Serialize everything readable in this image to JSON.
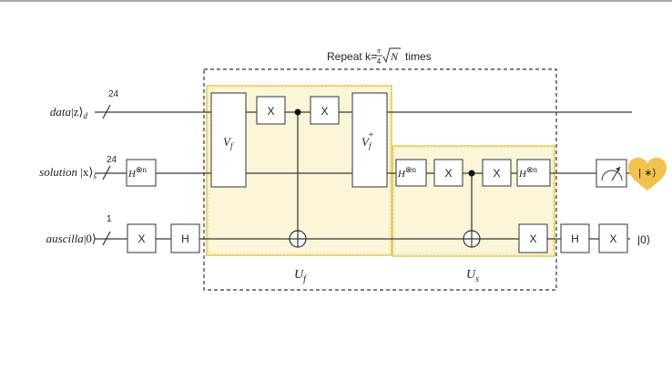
{
  "title": {
    "prefix": "Repeat k=",
    "frac_num": "π",
    "frac_den": "4",
    "sqrt_arg": "N",
    "suffix": "times"
  },
  "wires": [
    {
      "label_base": "data",
      "label_ket": "|z⟩",
      "label_sub": "d",
      "bits": "24"
    },
    {
      "label_base": "solution ",
      "label_ket": "|x⟩",
      "label_sub": "s",
      "bits": "24"
    },
    {
      "label_base": "auscilla",
      "label_ket": "|0⟩",
      "label_sub": "",
      "bits": "1"
    }
  ],
  "gates": {
    "x": "X",
    "h": "H",
    "hn_base": "H",
    "hn_sup": "⊗n",
    "vf_base": "V",
    "vf_sub": "f",
    "vf_dag_sup": "+"
  },
  "blocks": {
    "uf_base": "U",
    "uf_sub": "f",
    "us_base": "U",
    "us_sub": "s"
  },
  "outputs": {
    "ancilla_end": "|0⟩",
    "measure_result": "| ∗⟩"
  },
  "colors": {
    "wire": "#3a3a3a",
    "highlight_border": "#e0c85a",
    "highlight_fill": "#fbf6d8",
    "heart": "#f2c14e"
  }
}
